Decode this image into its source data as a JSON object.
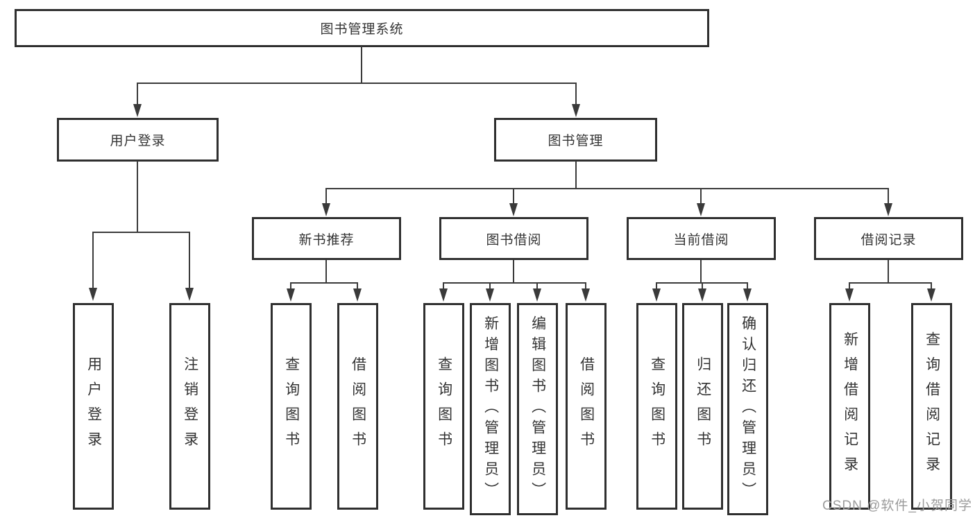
{
  "watermark": "CSDN @软件_小贺同学",
  "colors": {
    "line": "#3a3a3a",
    "box_border": "#2f2f2f",
    "text": "#333333",
    "watermark_text": "#9b9b9b",
    "background": "#ffffff"
  },
  "tree": {
    "root": {
      "label": "图书管理系统",
      "children": [
        {
          "label": "用户登录",
          "children": [
            {
              "label": "用户登录"
            },
            {
              "label": "注销登录"
            }
          ]
        },
        {
          "label": "图书管理",
          "children": [
            {
              "label": "新书推荐",
              "children": [
                {
                  "label": "查询图书"
                },
                {
                  "label": "借阅图书"
                }
              ]
            },
            {
              "label": "图书借阅",
              "children": [
                {
                  "label": "查询图书"
                },
                {
                  "label": "新增图书（管理员）"
                },
                {
                  "label": "编辑图书（管理员）"
                },
                {
                  "label": "借阅图书"
                }
              ]
            },
            {
              "label": "当前借阅",
              "children": [
                {
                  "label": "查询图书"
                },
                {
                  "label": "归还图书"
                },
                {
                  "label": "确认归还（管理员）"
                }
              ]
            },
            {
              "label": "借阅记录",
              "children": [
                {
                  "label": "新增借阅记录"
                },
                {
                  "label": "查询借阅记录"
                }
              ]
            }
          ]
        }
      ]
    }
  }
}
